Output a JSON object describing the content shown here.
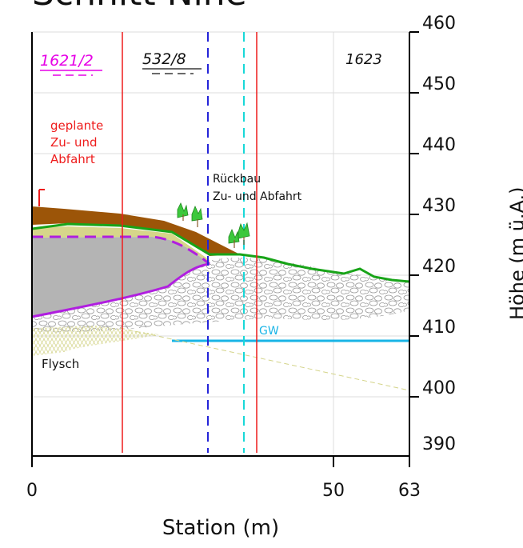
{
  "title": "Schnitt Nine",
  "yaxis": {
    "label": "Höhe (m ü.A.)",
    "ticks": [
      "460",
      "450",
      "440",
      "430",
      "420",
      "410",
      "400",
      "390"
    ]
  },
  "xaxis": {
    "label": "Station (m)",
    "ticks": [
      "0",
      "50",
      "63"
    ]
  },
  "parcels": {
    "left": "1621/2",
    "middle": "532/8",
    "right": "1623"
  },
  "annotations": {
    "ramp_line1": "geplante",
    "ramp_line2": "Zu- und",
    "ramp_line3": "Abfahrt",
    "removal_line1": "Rückbau",
    "removal_line2": "Zu- und Abfahrt",
    "groundwater": "GW",
    "bedrock": "Flysch"
  },
  "colors": {
    "parcel_left": "#e600e6",
    "planned_ramp": "#ee1c1c",
    "terrain_line": "#18a418",
    "fill_brown": "#9c5508",
    "layer_yellow": "#d6d68a",
    "fill_gray": "#b4b4b4",
    "boundary_purple": "#b01ee0",
    "groundwater": "#18b4e6",
    "blue_dashed": "#2424d8",
    "cyan_dashed": "#18d8d8"
  }
}
